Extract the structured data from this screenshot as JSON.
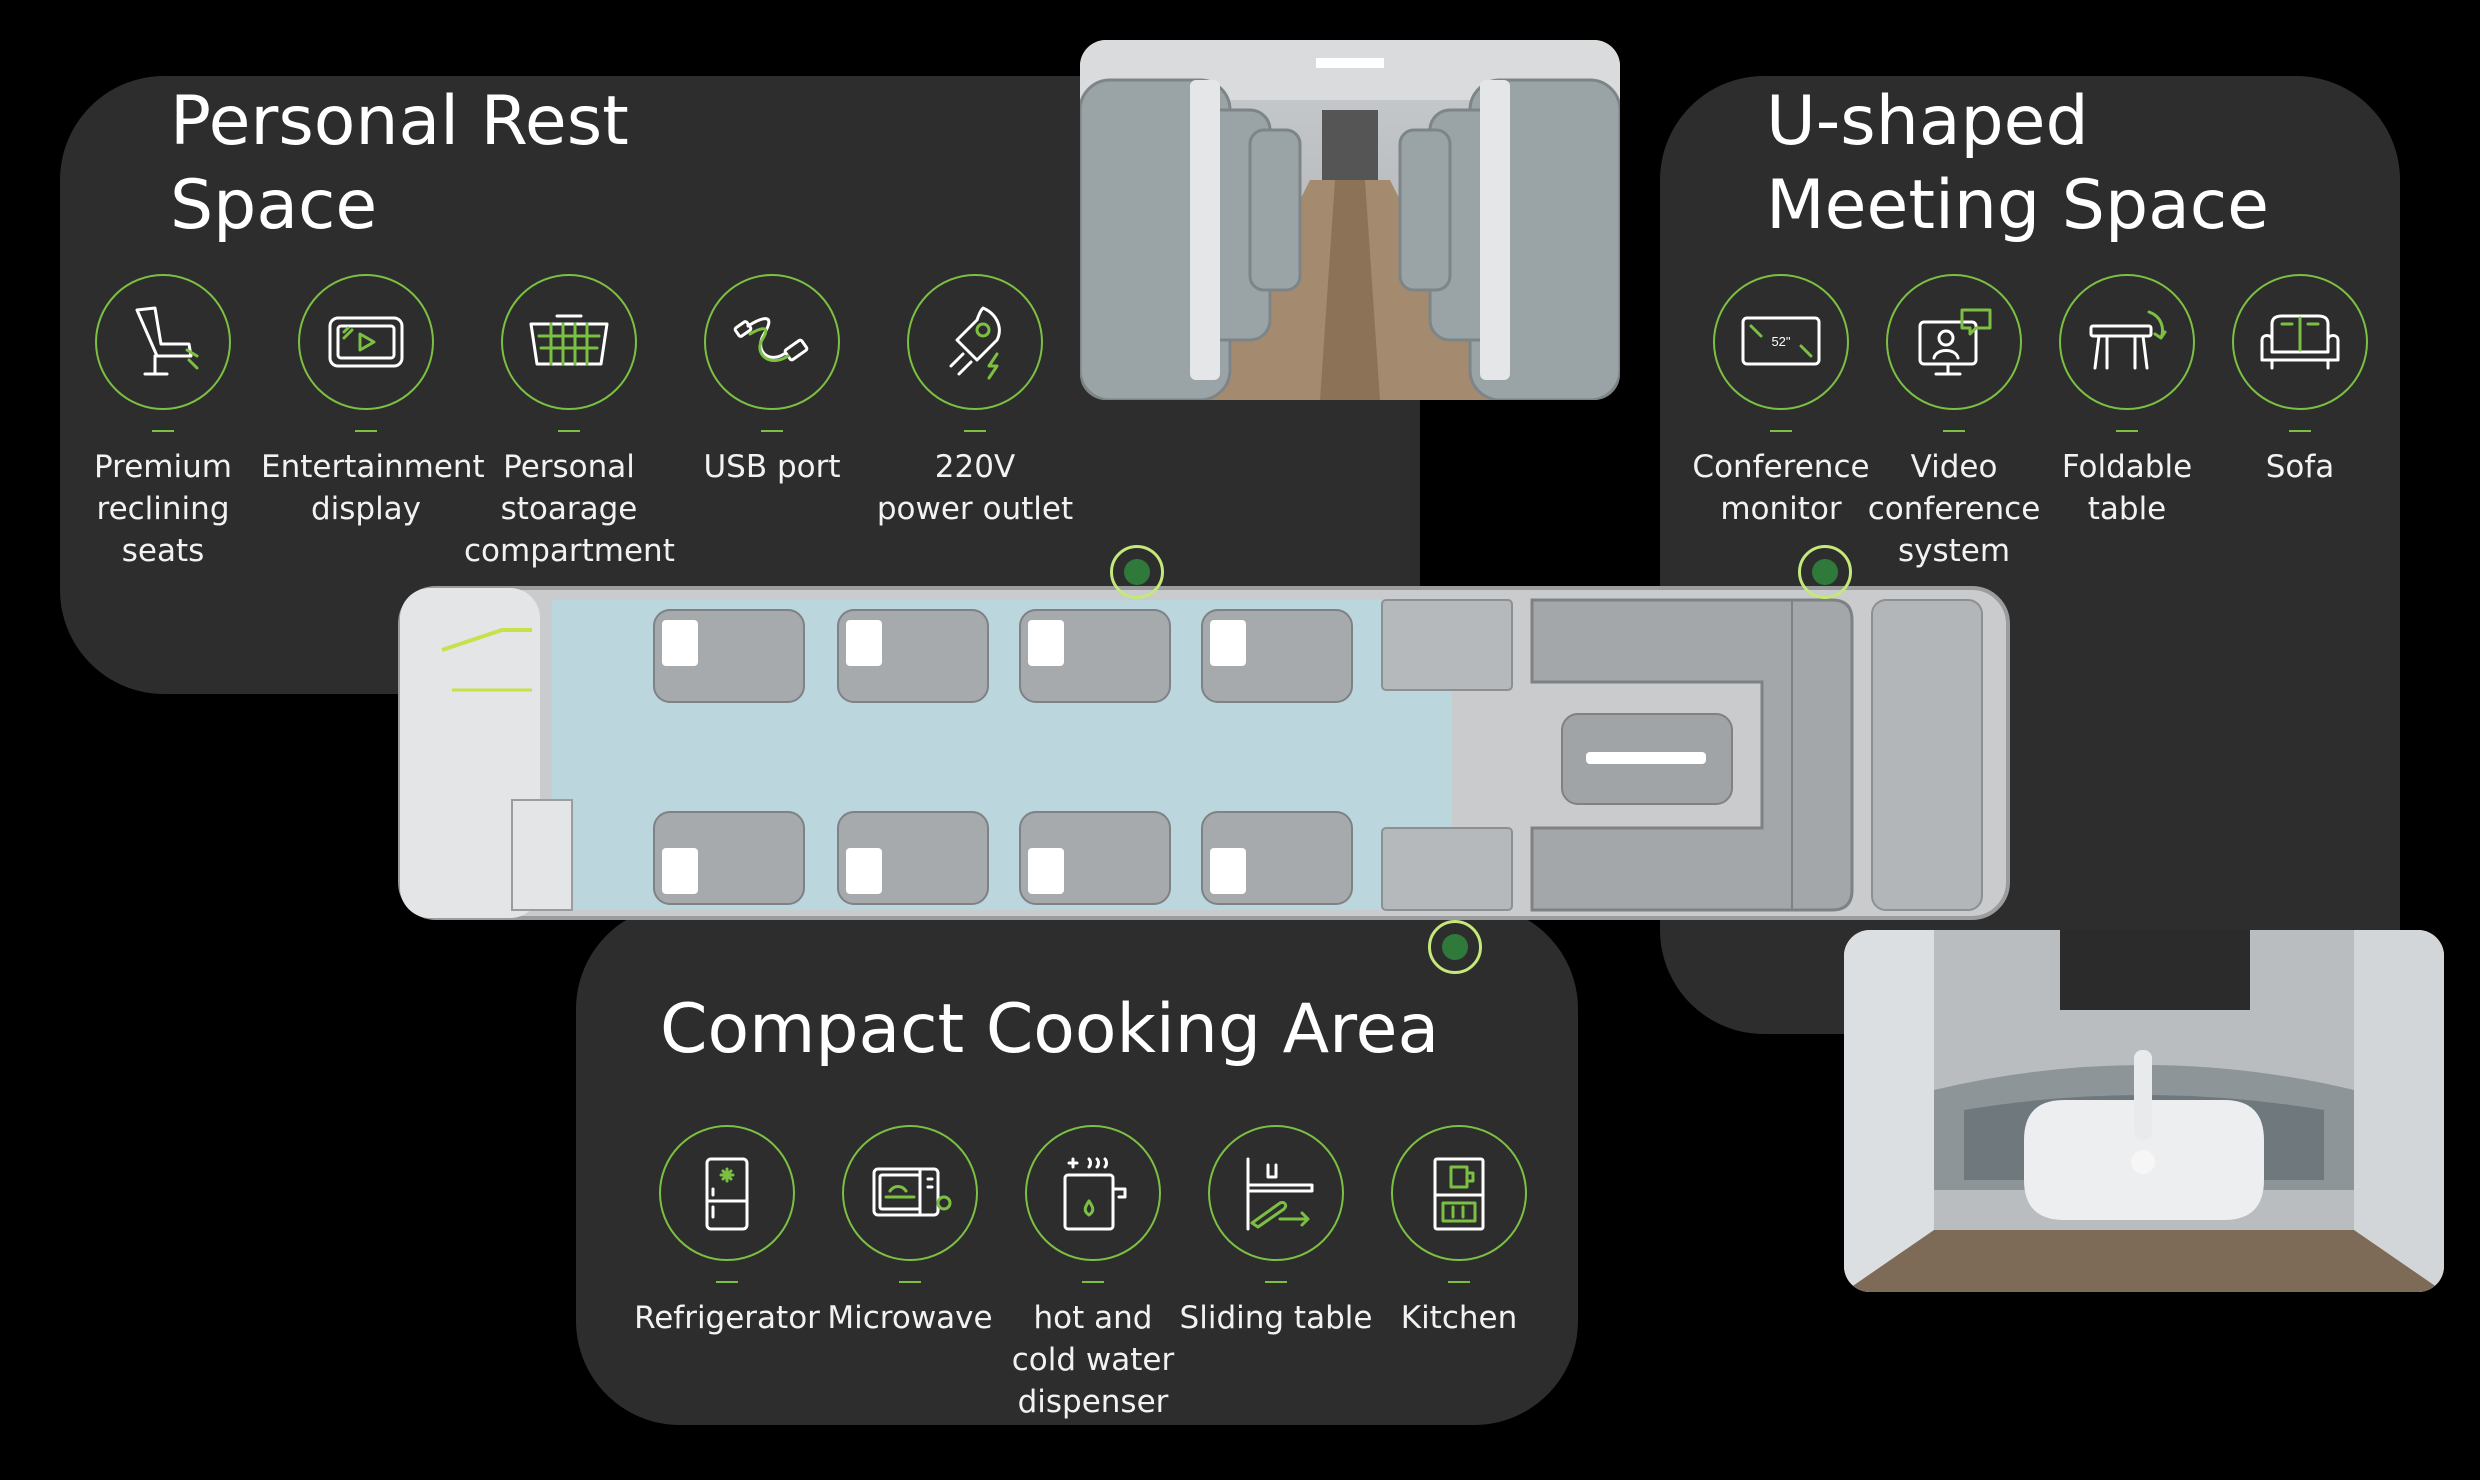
{
  "sections": {
    "rest": {
      "title": "Personal Rest\nSpace",
      "features": [
        {
          "label": "Premium\nreclining\nseats",
          "icon": "reclining-seat-icon"
        },
        {
          "label": "Entertainment\ndisplay",
          "icon": "display-icon"
        },
        {
          "label": "Personal\nstoarage\ncompartment",
          "icon": "storage-basket-icon"
        },
        {
          "label": "USB port",
          "icon": "usb-cable-icon"
        },
        {
          "label": "220V\npower outlet",
          "icon": "power-plug-icon"
        }
      ]
    },
    "meeting": {
      "title": "U-shaped\nMeeting Space",
      "monitor_size": "52\"",
      "features": [
        {
          "label": "Conference\nmonitor",
          "icon": "monitor-icon"
        },
        {
          "label": "Video\nconference\nsystem",
          "icon": "video-conference-icon"
        },
        {
          "label": "Foldable\ntable",
          "icon": "foldable-table-icon"
        },
        {
          "label": "Sofa",
          "icon": "sofa-icon"
        }
      ]
    },
    "cooking": {
      "title": "Compact Cooking Area",
      "features": [
        {
          "label": "Refrigerator",
          "icon": "refrigerator-icon"
        },
        {
          "label": "Microwave",
          "icon": "microwave-icon"
        },
        {
          "label": "hot and\ncold water\ndispenser",
          "icon": "water-dispenser-icon"
        },
        {
          "label": "Sliding table",
          "icon": "sliding-table-icon"
        },
        {
          "label": "Kitchen",
          "icon": "kitchen-icon"
        }
      ]
    }
  },
  "colors": {
    "accent": "#7bc043",
    "panel": "#2d2d2d",
    "aisle": "#c5dce3",
    "background": "#000000"
  }
}
